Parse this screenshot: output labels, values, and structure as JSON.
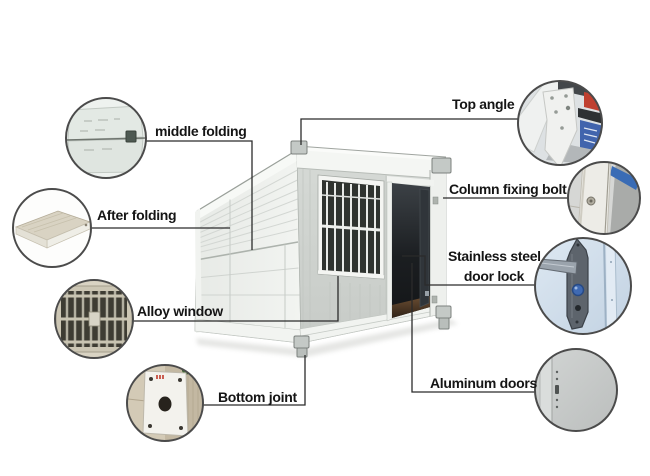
{
  "figure": {
    "type": "product-feature-diagram",
    "callouts": [
      {
        "id": "middle-folding",
        "label": "middle folding"
      },
      {
        "id": "after-folding",
        "label": "After folding"
      },
      {
        "id": "alloy-window",
        "label": "Alloy window"
      },
      {
        "id": "bottom-joint",
        "label": "Bottom joint"
      },
      {
        "id": "top-angle",
        "label": "Top angle"
      },
      {
        "id": "column-fixing-bolt",
        "label": "Column fixing bolt"
      },
      {
        "id": "stainless-door-lock",
        "label": "Stainless steel",
        "label2": "door lock"
      },
      {
        "id": "aluminum-doors",
        "label": "Aluminum doors"
      }
    ],
    "colors": {
      "background": "#ffffff",
      "label_text": "#151515",
      "leader_line": "#2b2b2b",
      "circle_border": "#4b4b4b",
      "container_white": "#f3f5f2",
      "panel_gray": "#ced2ce",
      "window_dark": "#2f332f",
      "doorway_dark": "#16181a",
      "floor_brown": "#5d4430",
      "accent_red": "#bf4030",
      "accent_blue": "#4164ad",
      "lock_door_blue": "#cfdcea"
    }
  }
}
